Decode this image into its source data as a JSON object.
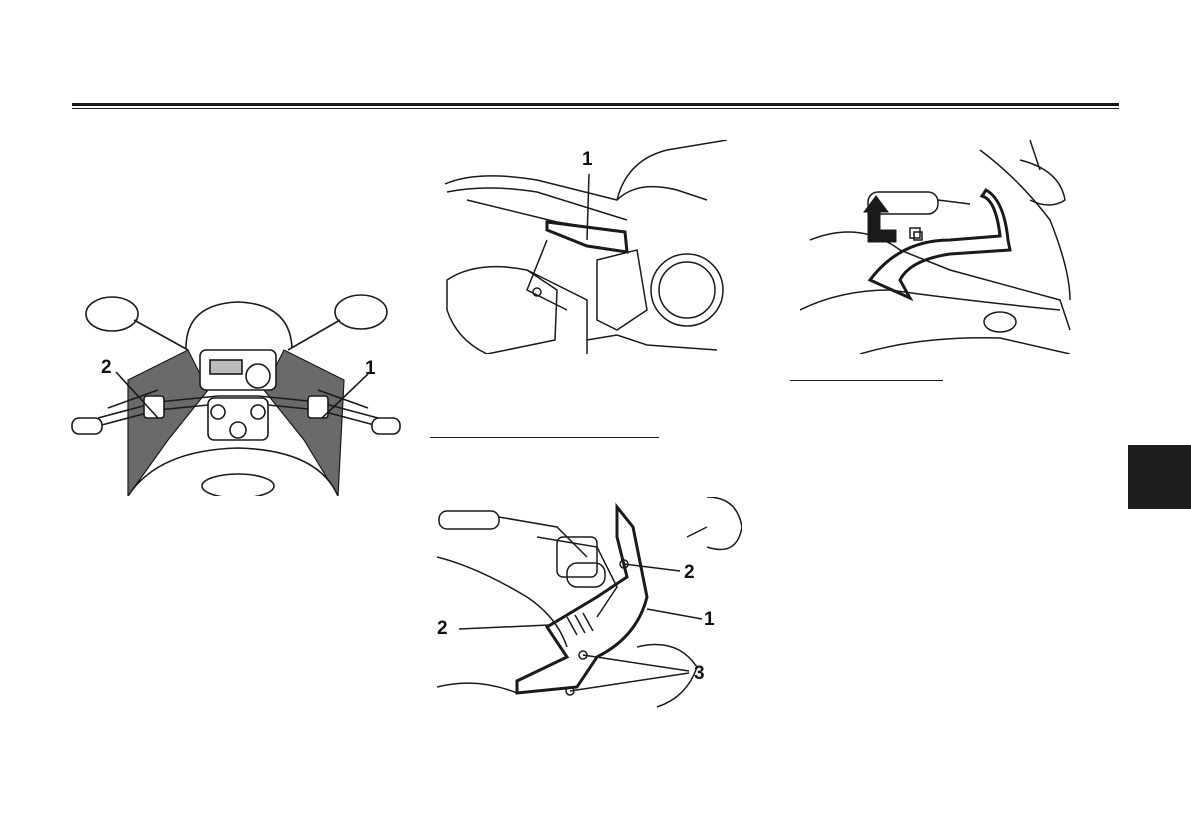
{
  "figures": {
    "handlebar": {
      "callouts": [
        "2",
        "1"
      ]
    },
    "side_cover": {
      "callouts": [
        "1"
      ]
    },
    "cowling_panel": {
      "callouts": [
        "2",
        "1",
        "2",
        "3"
      ]
    },
    "cowling_removal": {
      "callouts": []
    }
  },
  "colors": {
    "ink": "#1a1a1a",
    "tab": "#1e1e1e",
    "shade": "#6a6a6a"
  }
}
